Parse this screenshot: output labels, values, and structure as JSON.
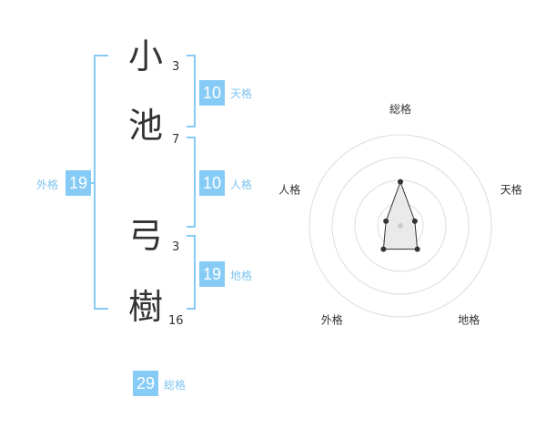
{
  "name": {
    "chars": [
      {
        "char": "小",
        "strokes": "3"
      },
      {
        "char": "池",
        "strokes": "7"
      },
      {
        "char": "弓",
        "strokes": "3"
      },
      {
        "char": "樹",
        "strokes": "16"
      }
    ]
  },
  "scores": {
    "tenkaku": {
      "value": "10",
      "label": "天格"
    },
    "jinkaku": {
      "value": "10",
      "label": "人格"
    },
    "chikaku": {
      "value": "19",
      "label": "地格"
    },
    "gaikaku": {
      "value": "19",
      "label": "外格"
    },
    "soukaku": {
      "value": "29",
      "label": "総格"
    }
  },
  "colors": {
    "accent": "#86cbf6",
    "accent_text": "#7fc4ee",
    "text": "#333333",
    "radar_line": "#333333",
    "radar_fill": "#e6e6e6"
  },
  "chart_data": {
    "type": "radar",
    "axes": [
      "総格",
      "天格",
      "地格",
      "外格",
      "人格"
    ],
    "values": [
      29,
      10,
      19,
      19,
      10
    ],
    "max": 60,
    "rings": 4
  }
}
